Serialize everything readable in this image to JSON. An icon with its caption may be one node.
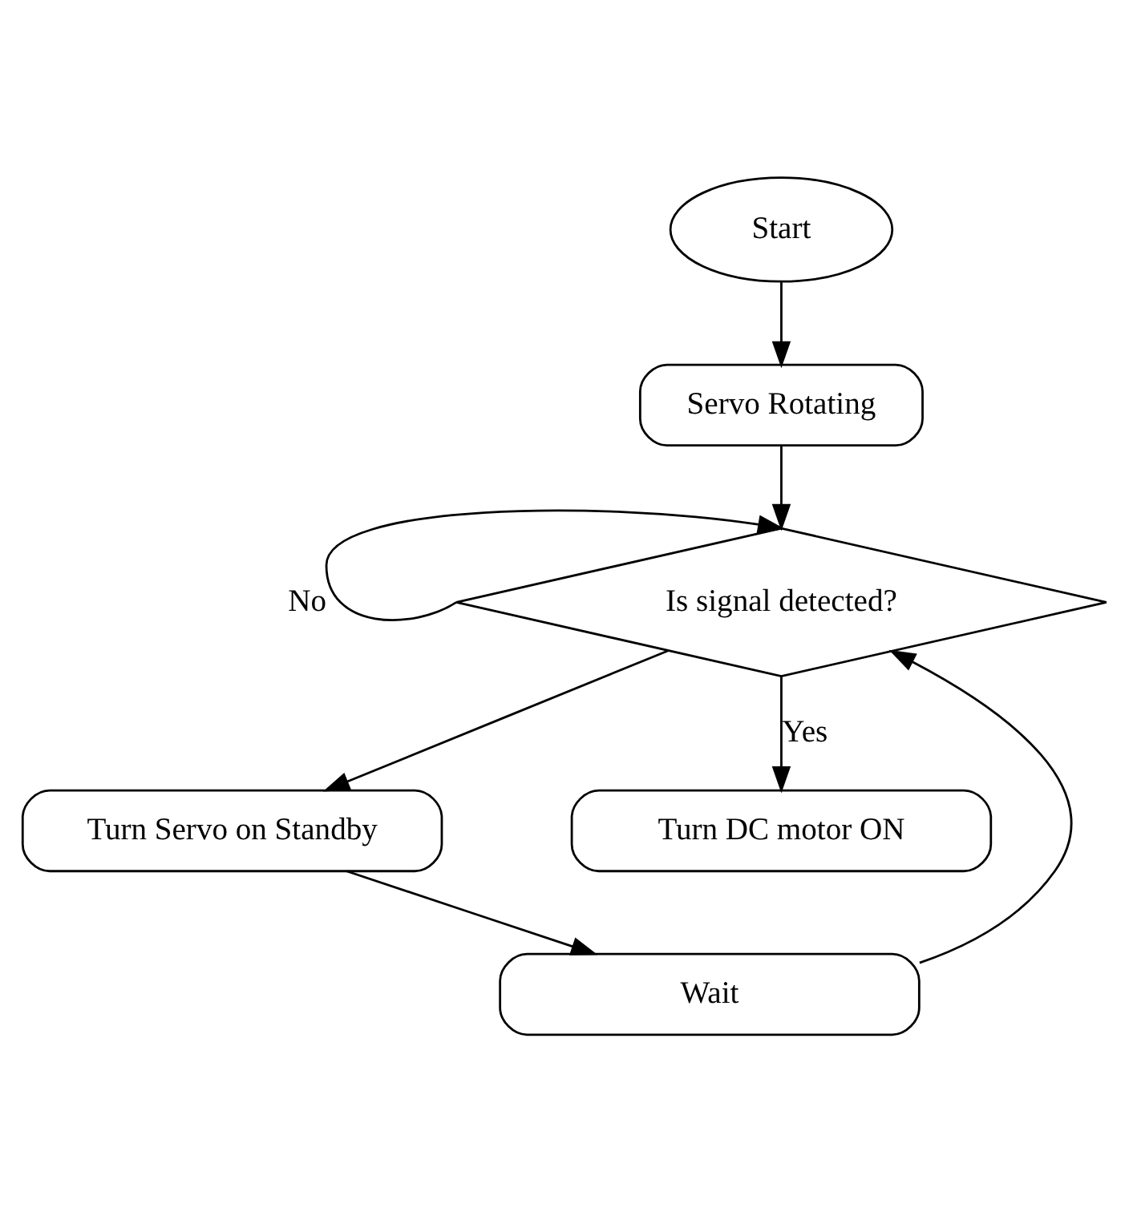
{
  "diagram": {
    "nodes": [
      {
        "text": [
          "Start"
        ]
      },
      {
        "text": [
          "Servo Rotating"
        ]
      },
      {
        "text": [
          "Is signal detected?"
        ]
      },
      {
        "text": [
          "Wait"
        ]
      },
      {
        "text": [
          "Turn Servo on Standby"
        ]
      },
      {
        "text": [
          "Turn DC motor ON"
        ]
      }
    ],
    "edges": [
      {
        "from": 0,
        "to": 1,
        "arrow": "to"
      },
      {
        "from": 1,
        "to": 2,
        "arrow": "to"
      },
      {
        "from": 2,
        "to": 2,
        "arrow": "to",
        "label": "No"
      },
      {
        "from": 2,
        "to": 5,
        "arrow": "to",
        "label": "Yes"
      },
      {
        "from": 2,
        "to": 4,
        "arrow": "to"
      },
      {
        "from": 4,
        "to": 3,
        "arrow": "to"
      },
      {
        "from": 3,
        "to": 2,
        "arrow": "to"
      }
    ]
  }
}
